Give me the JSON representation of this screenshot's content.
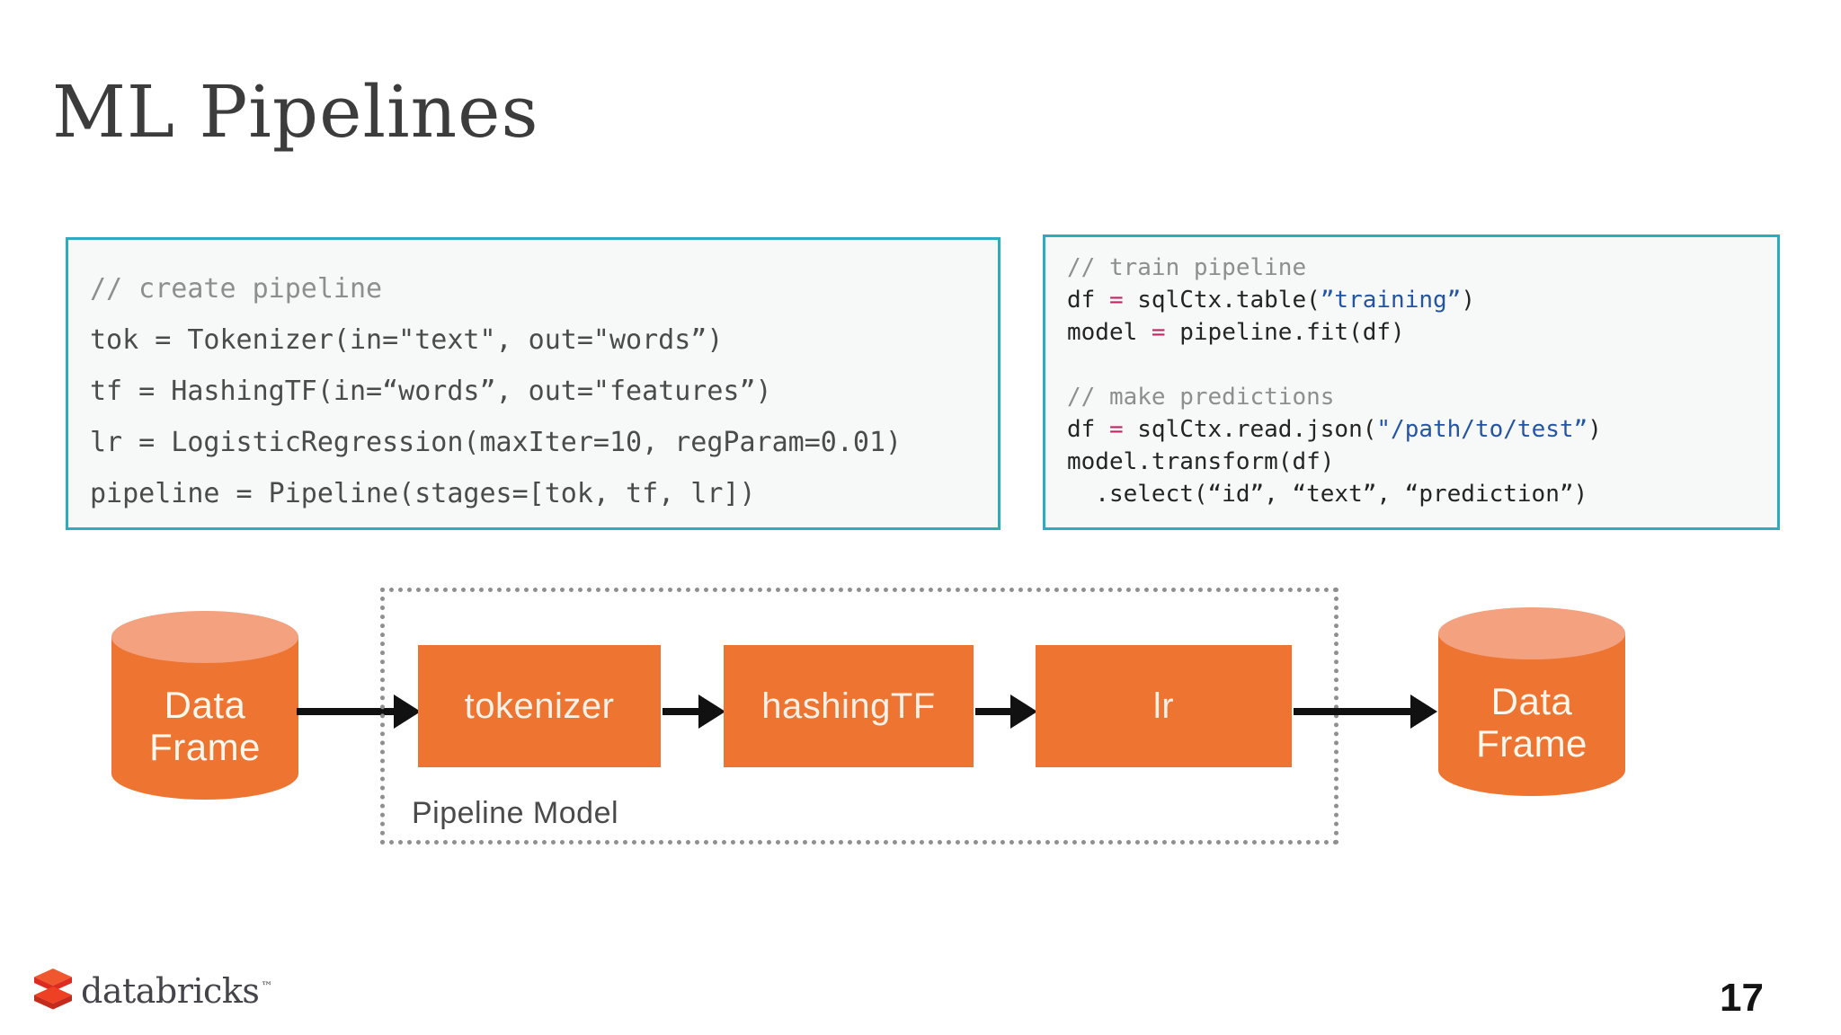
{
  "slide": {
    "title": "ML Pipelines",
    "page_number": "17"
  },
  "code_left": {
    "lines": [
      {
        "segments": [
          {
            "text": "// create pipeline",
            "cls": "cm"
          }
        ]
      },
      {
        "segments": [
          {
            "text": "tok = Tokenizer(in=\"text\", out=\"words”)",
            "cls": "pl"
          }
        ]
      },
      {
        "segments": [
          {
            "text": "tf = HashingTF(in=“words”, out=\"features”)",
            "cls": "pl"
          }
        ]
      },
      {
        "segments": [
          {
            "text": "lr = LogisticRegression(maxIter=10, regParam=0.01)",
            "cls": "pl"
          }
        ]
      },
      {
        "segments": [
          {
            "text": "pipeline = Pipeline(stages=[tok, tf, lr])",
            "cls": "pl"
          }
        ]
      }
    ]
  },
  "code_right": {
    "lines": [
      {
        "segments": [
          {
            "text": "// train pipeline",
            "cls": "cm"
          }
        ]
      },
      {
        "segments": [
          {
            "text": "df ",
            "cls": "pl"
          },
          {
            "text": "=",
            "cls": "op"
          },
          {
            "text": " sqlCtx.table(",
            "cls": "pl"
          },
          {
            "text": "”training”",
            "cls": "str"
          },
          {
            "text": ")",
            "cls": "pl"
          }
        ]
      },
      {
        "segments": [
          {
            "text": "model ",
            "cls": "pl"
          },
          {
            "text": "=",
            "cls": "op"
          },
          {
            "text": " pipeline.fit(df)",
            "cls": "pl"
          }
        ]
      },
      {
        "segments": [
          {
            "text": "",
            "cls": "pl"
          }
        ]
      },
      {
        "segments": [
          {
            "text": "// make predictions",
            "cls": "cm"
          }
        ]
      },
      {
        "segments": [
          {
            "text": "df ",
            "cls": "pl"
          },
          {
            "text": "=",
            "cls": "op"
          },
          {
            "text": " sqlCtx.read.json(",
            "cls": "pl"
          },
          {
            "text": "\"/path/to/test”",
            "cls": "str"
          },
          {
            "text": ")",
            "cls": "pl"
          }
        ]
      },
      {
        "segments": [
          {
            "text": "model.transform(df)",
            "cls": "pl"
          }
        ]
      },
      {
        "segments": [
          {
            "text": "  .select(“id”, “text”, “prediction”)",
            "cls": "pl"
          }
        ]
      }
    ]
  },
  "diagram": {
    "input_cylinder_label": "Data\nFrame",
    "output_cylinder_label": "Data\nFrame",
    "group_label": "Pipeline Model",
    "stages": [
      {
        "label": "tokenizer"
      },
      {
        "label": "hashingTF"
      },
      {
        "label": "lr"
      }
    ]
  },
  "footer": {
    "logo_text": "databricks",
    "trademark": "™"
  },
  "colors": {
    "code_box_border": "#2CACBE",
    "code_box_bg": "#F7F9F9",
    "stage_orange": "#ED7431",
    "cylinder_top": "#F3A17F",
    "operator_red": "#C02663",
    "string_blue": "#2355A4",
    "comment_gray": "#8E8E8E",
    "arrow_black": "#111111",
    "logo_red": "#EE4123"
  }
}
